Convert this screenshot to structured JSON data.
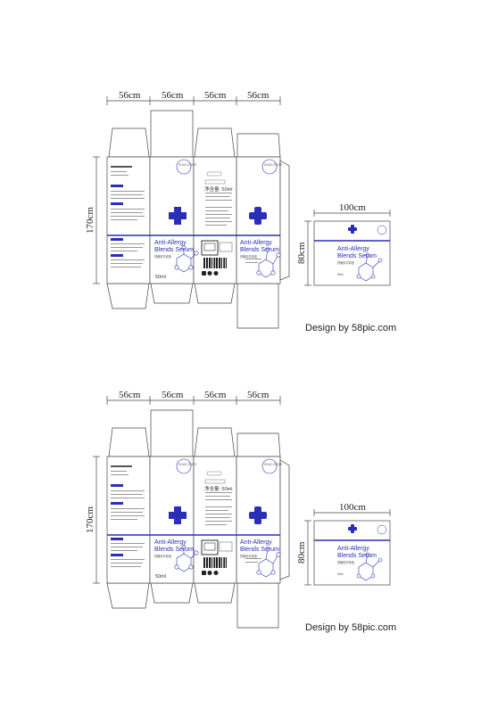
{
  "dimensions": {
    "panel_widths": [
      "56cm",
      "56cm",
      "56cm",
      "56cm"
    ],
    "height": "170cm",
    "lid_width": "100cm",
    "lid_height": "80cm"
  },
  "product": {
    "name_line1": "Anti-Allergy",
    "name_line2": "Blends Serum",
    "cn_name": "舒缓精华原液",
    "volume": "50ml",
    "net_content": "净含量: 50ml",
    "seal_text": "SOLID STATE"
  },
  "credit": "Design by 58pic.com"
}
